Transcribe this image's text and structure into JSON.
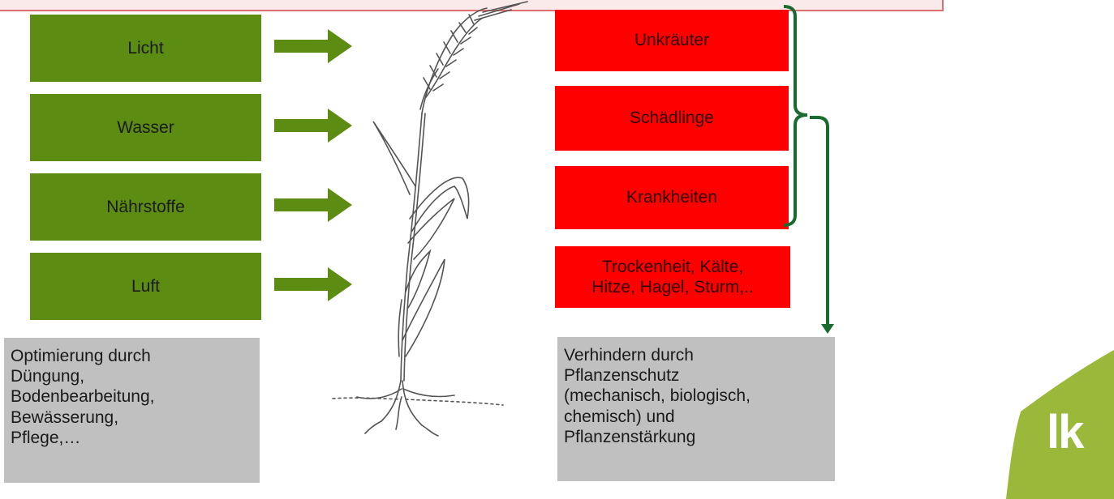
{
  "factors": [
    "Licht",
    "Wasser",
    "Nährstoffe",
    "Luft"
  ],
  "threats": [
    "Unkräuter",
    "Schädlinge",
    "Krankheiten"
  ],
  "abiotic": "Trockenheit, Kälte,\nHitze, Hagel, Sturm,..",
  "optimization_text": "Optimierung durch\nDüngung,\nBodenbearbeitung,\nBewässerung,\nPflege,…",
  "protection_text": "Verhindern durch\nPflanzenschutz\n(mechanisch, biologisch,\nchemisch) und\nPflanzenstärkung",
  "logo_text": "lk",
  "colors": {
    "green": "#5c8c12",
    "red": "#ff0000",
    "grey": "#c0c0c0",
    "bracket": "#1a6b2e",
    "logo": "#9ab93a"
  }
}
